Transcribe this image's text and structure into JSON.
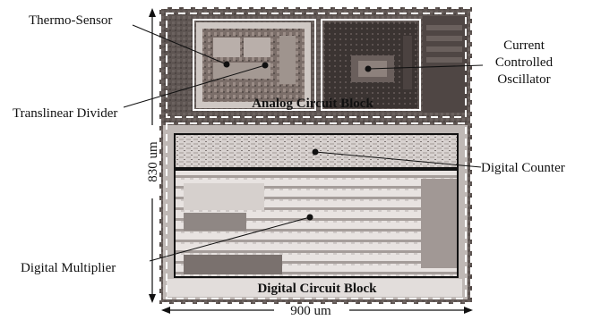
{
  "figure": {
    "callouts": {
      "thermo_sensor": "Thermo-Sensor",
      "translinear_divider": "Translinear Divider",
      "cco": [
        "Current",
        "Controlled",
        "Oscillator"
      ],
      "digital_counter": "Digital Counter",
      "digital_multiplier": "Digital Multiplier"
    },
    "block_labels": {
      "analog": "Analog Circuit Block",
      "digital": "Digital Circuit Block"
    },
    "dimensions": {
      "height": "830 um",
      "width": "900 um"
    }
  }
}
